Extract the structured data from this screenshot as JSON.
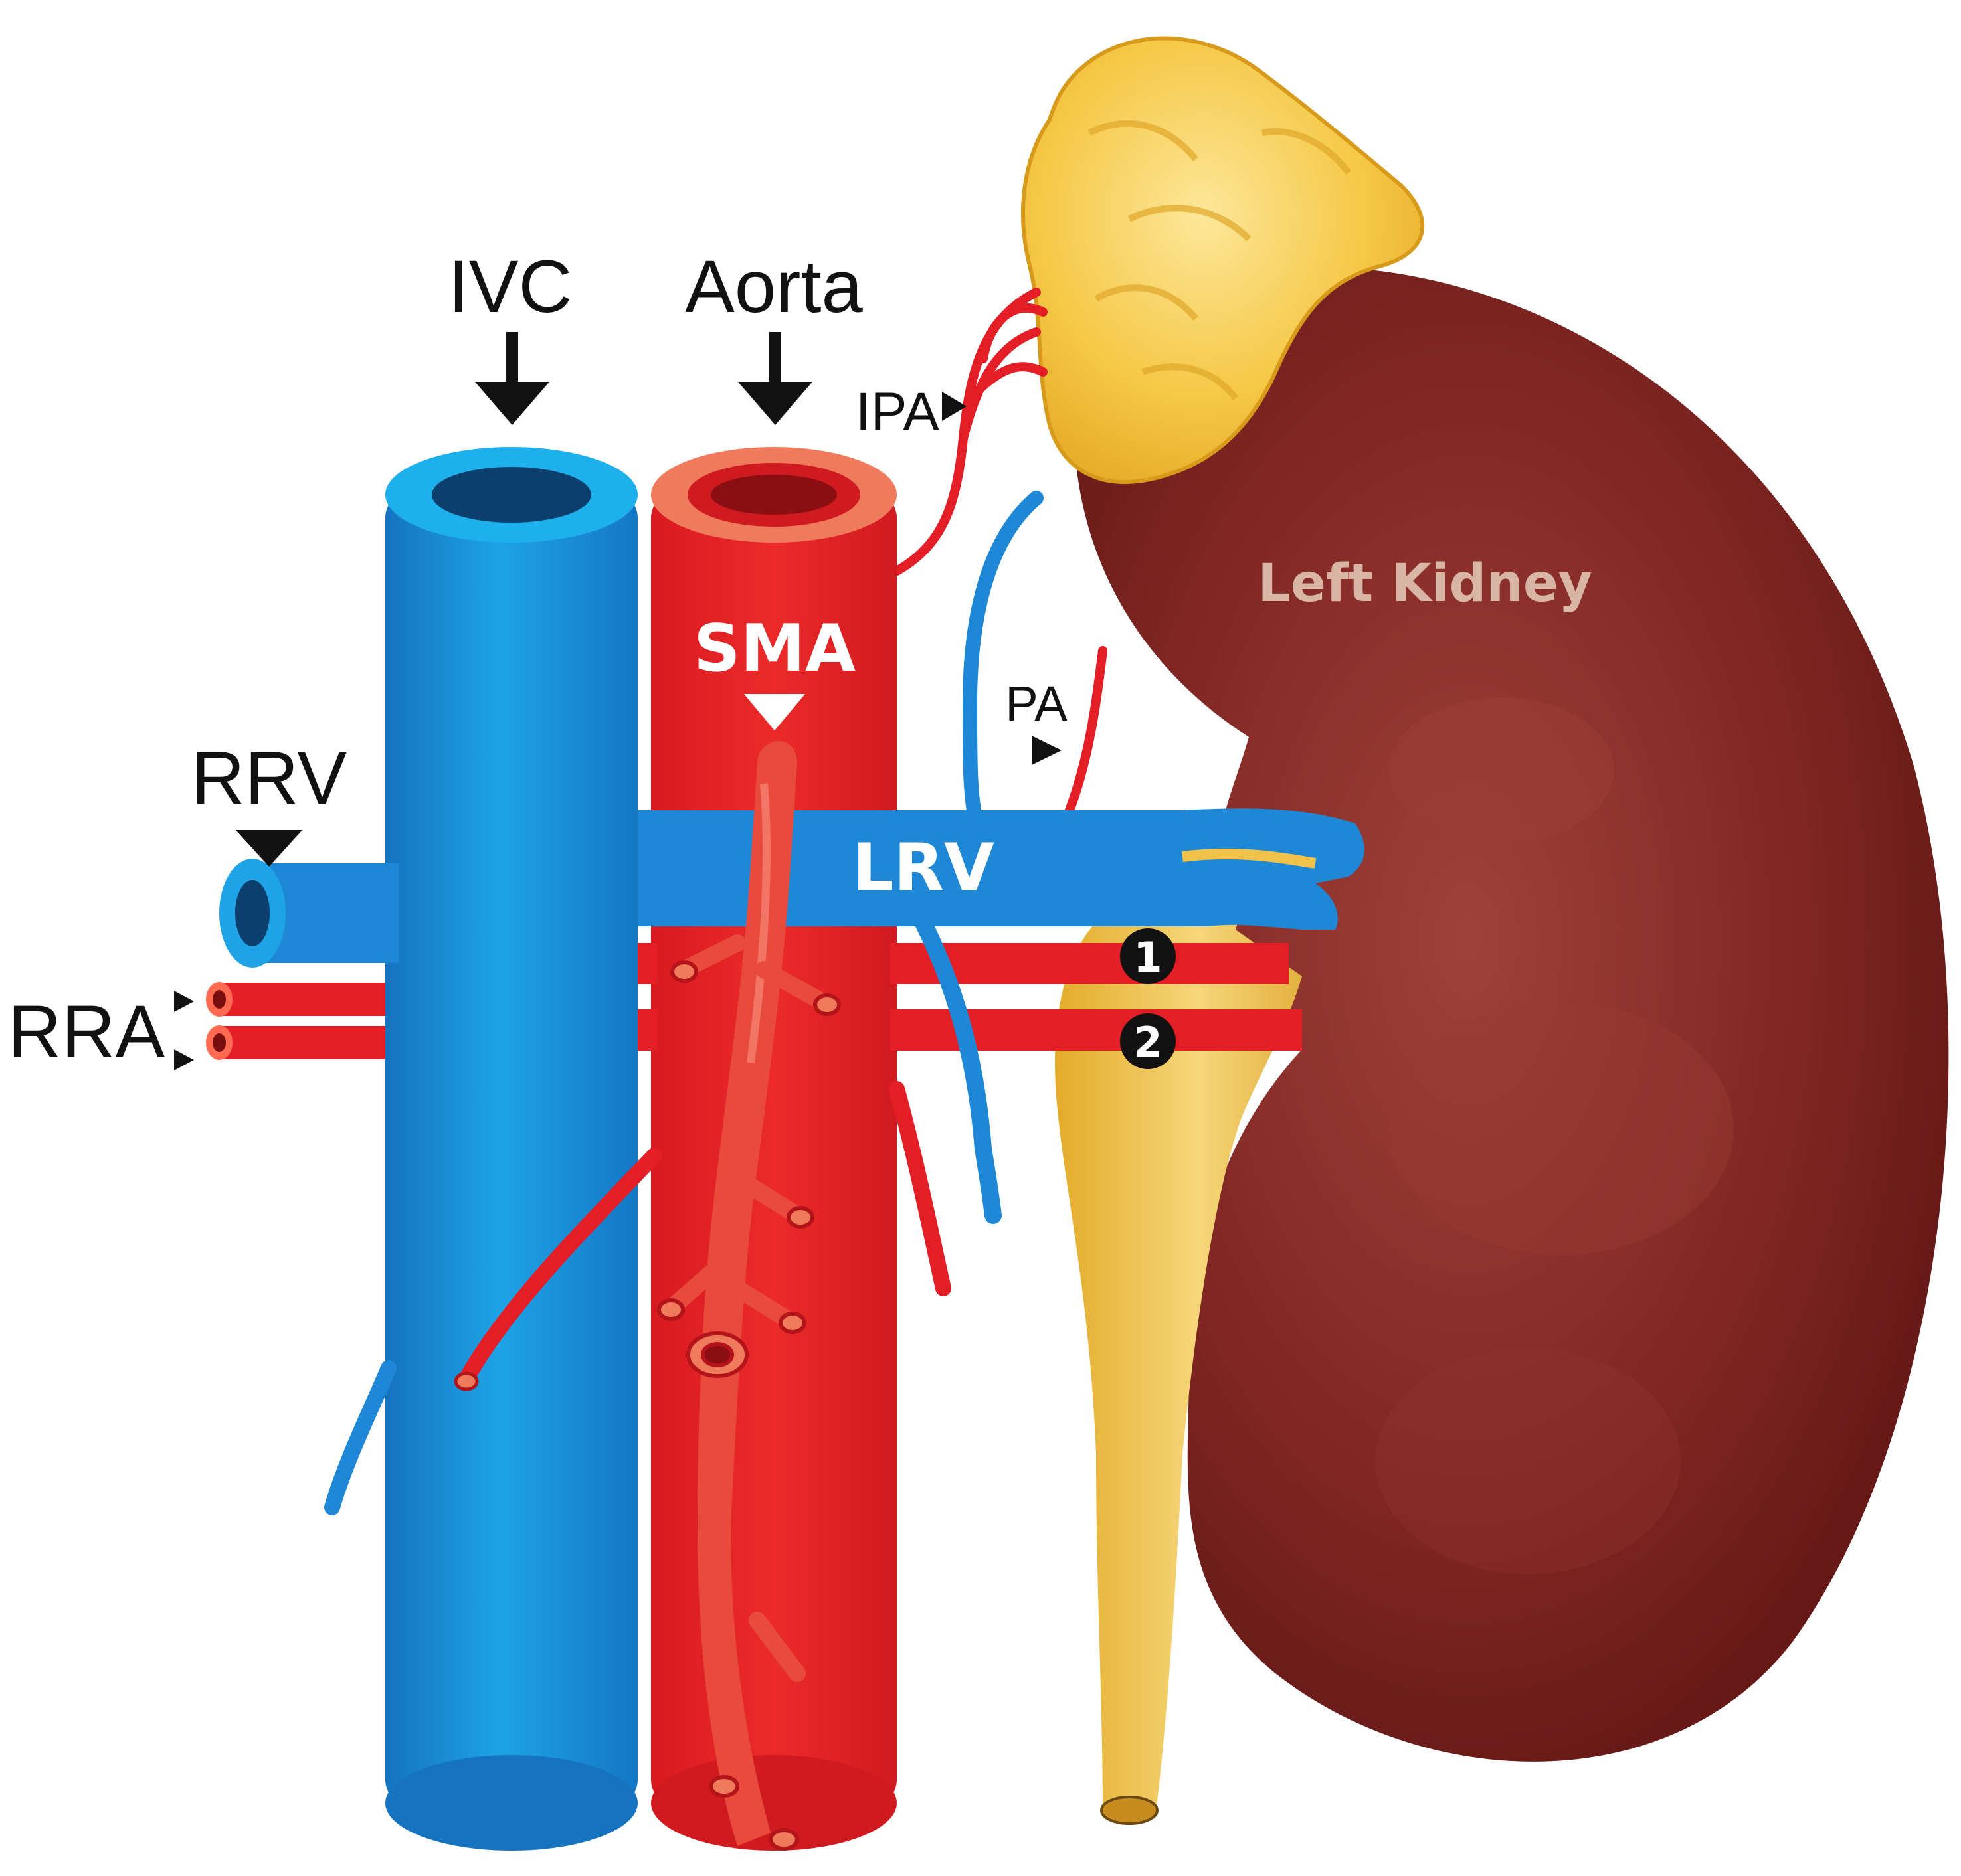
{
  "labels": {
    "ivc": "IVC",
    "aorta": "Aorta",
    "ipa": "IPA",
    "sma": "SMA",
    "pa": "PA",
    "rrv": "RRV",
    "lrv": "LRV",
    "rra": "RRA",
    "left_kidney": "Left Kidney",
    "artery_1": "1",
    "artery_2": "2"
  },
  "colors": {
    "vein": "#1e88d6",
    "artery": "#e41e26",
    "kidney": "#7a1f1c",
    "adrenal": "#f3c12f",
    "ureter": "#f0c24a",
    "arrow": "#111111"
  }
}
